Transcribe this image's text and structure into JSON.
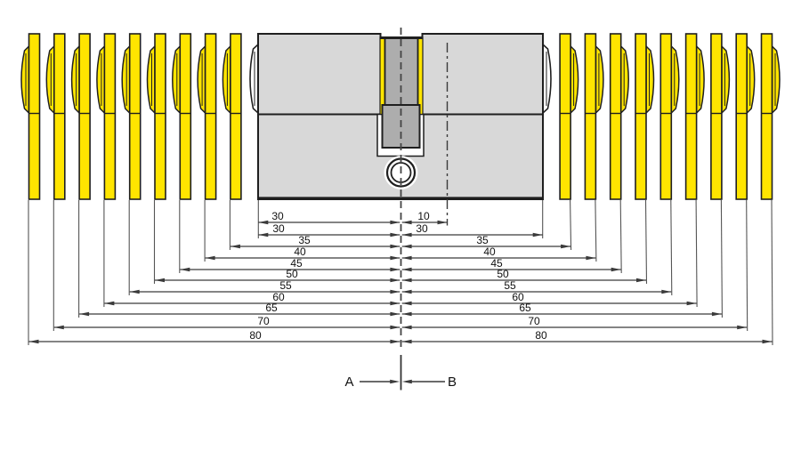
{
  "diagram": {
    "marker_left": "A",
    "marker_right": "B",
    "extensions_per_side": 9,
    "dimension_rows": [
      {
        "left": "30",
        "right": "10"
      },
      {
        "left": "30",
        "right": "30"
      },
      {
        "left": "35",
        "right": "35"
      },
      {
        "left": "40",
        "right": "40"
      },
      {
        "left": "45",
        "right": "45"
      },
      {
        "left": "50",
        "right": "50"
      },
      {
        "left": "55",
        "right": "55"
      },
      {
        "left": "60",
        "right": "60"
      },
      {
        "left": "65",
        "right": "65"
      },
      {
        "left": "70",
        "right": "70"
      },
      {
        "left": "80",
        "right": "80"
      }
    ],
    "colors": {
      "extension_yellow": "#FFE500",
      "cylinder_gray": "#D8D8D8",
      "cam_gray": "#ADADAD",
      "outline": "#1F1F1F",
      "dimension_line": "#3A3A3A",
      "background": "#FFFFFF"
    }
  }
}
